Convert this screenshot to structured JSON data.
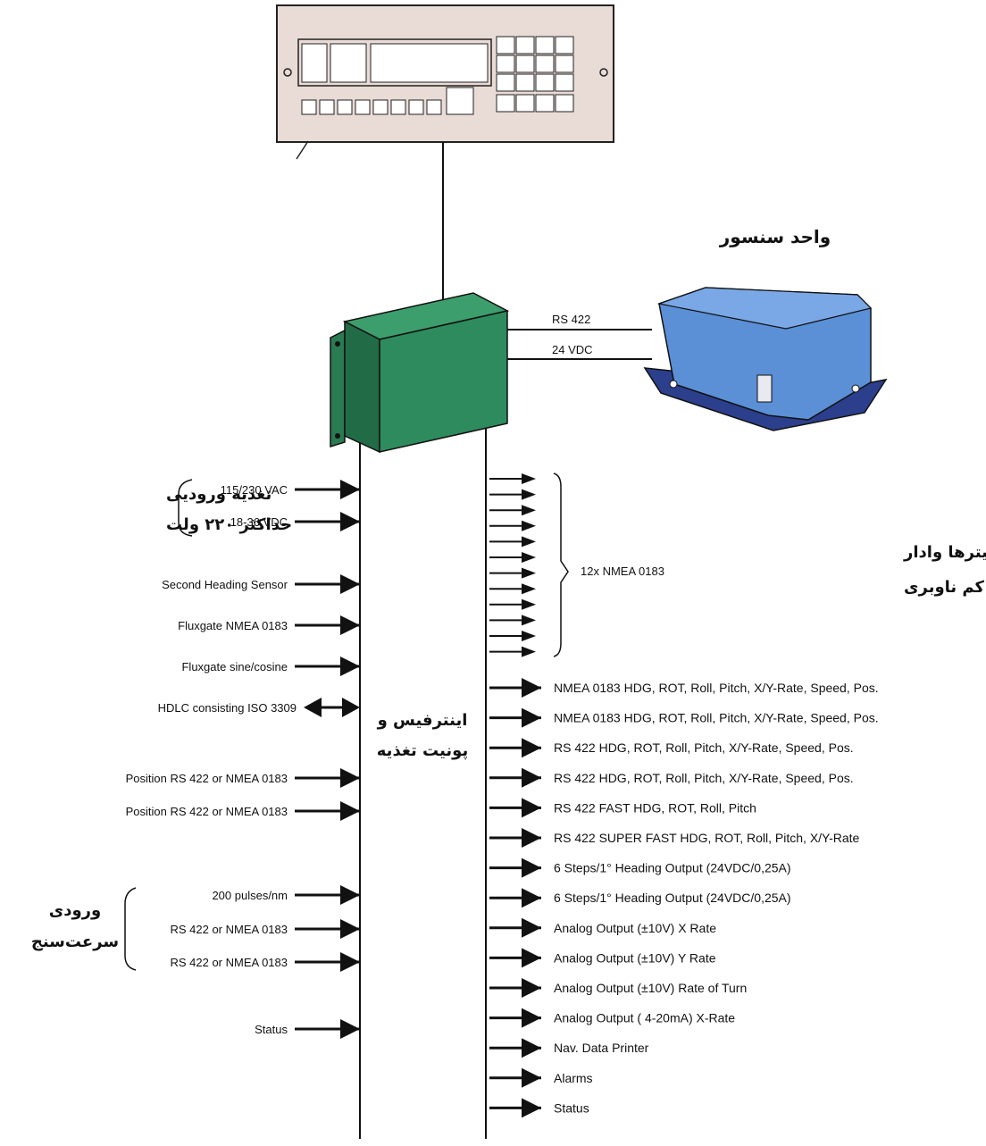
{
  "sensor_unit_title": "واحد سنسور",
  "link_labels": [
    "RS 422",
    "24 VDC"
  ],
  "power_input": {
    "title_line1": "تغذیه ورودیی",
    "title_line2": "حداکثر ۲۲۰ ولت",
    "items": [
      "115/230 VAC",
      "18-36 VDC"
    ]
  },
  "inputs": [
    "Second Heading Sensor",
    "Fluxgate NMEA 0183",
    "Fluxgate sine/cosine",
    "HDLC consisting ISO 3309",
    "Position RS 422 or NMEA 0183",
    "Position RS 422 or NMEA 0183"
  ],
  "speed_input": {
    "title_line1": "ورودی",
    "title_line2": "سرعت‌سنج",
    "items": [
      "200 pulses/nm",
      "RS 422 or NMEA 0183",
      "RS 422 or NMEA 0183"
    ]
  },
  "status_input": "Status",
  "interface_unit": {
    "line1": "اینترفیس و",
    "line2": "پونیت تغذیه"
  },
  "repeater_group": {
    "label": "12x NMEA 0183",
    "fa_line1": "خروجی به ریپیترها وادار",
    "fa_line2": "و سیستم‌های کم ناوبری"
  },
  "outputs": [
    "NMEA 0183 HDG, ROT, Roll, Pitch, X/Y-Rate, Speed, Pos.",
    "NMEA 0183 HDG, ROT, Roll, Pitch, X/Y-Rate, Speed, Pos.",
    "RS 422 HDG, ROT, Roll, Pitch, X/Y-Rate, Speed, Pos.",
    "RS 422 HDG, ROT, Roll, Pitch, X/Y-Rate, Speed, Pos.",
    "RS 422 FAST HDG, ROT, Roll, Pitch",
    "RS 422 SUPER FAST HDG, ROT, Roll, Pitch, X/Y-Rate",
    "6 Steps/1° Heading Output (24VDC/0,25A)",
    "6 Steps/1° Heading Output (24VDC/0,25A)",
    "Analog Output (±10V) X Rate",
    "Analog Output (±10V) Y Rate",
    "Analog Output (±10V) Rate of Turn",
    "Analog Output ( 4-20mA) X-Rate",
    "Nav. Data Printer",
    "Alarms",
    "Status"
  ],
  "colors": {
    "panel": "#e9dbd5",
    "interface_box": "#2e8b5e",
    "sensor_body": "#5b8fd6",
    "sensor_base": "#2c3f8c"
  }
}
